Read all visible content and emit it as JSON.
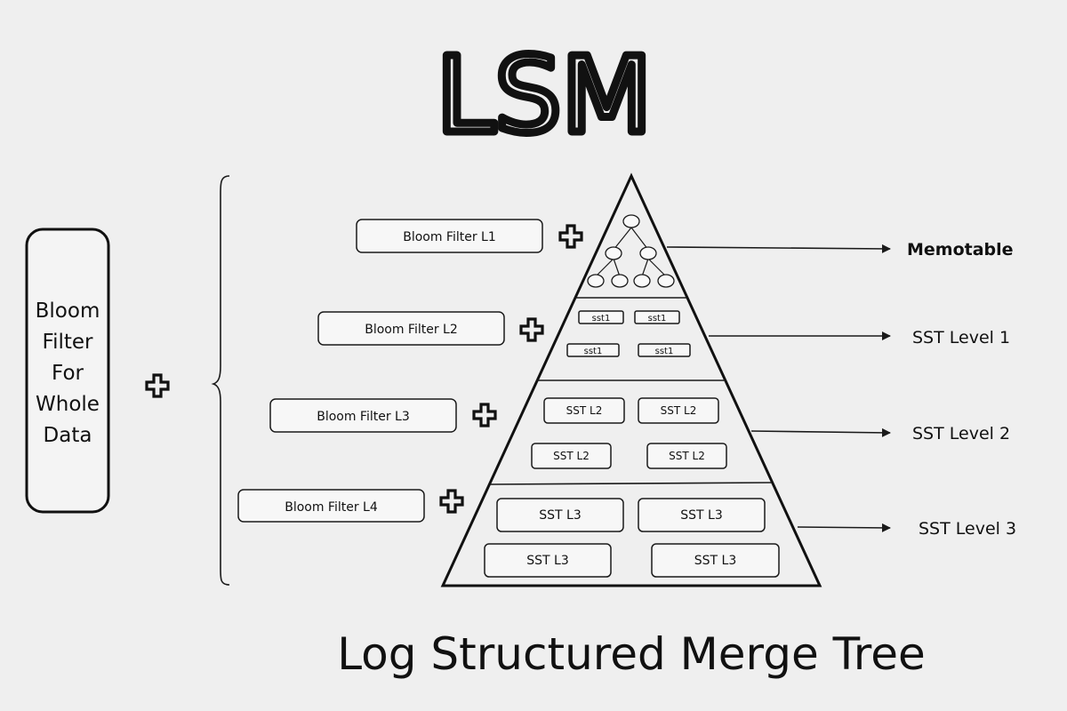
{
  "heading": "LSM",
  "caption": "Log Structured Merge Tree",
  "whole_filter": {
    "lines": [
      "Bloom",
      "Filter",
      "For",
      "Whole",
      "Data"
    ]
  },
  "bloom_filters": [
    {
      "label": "Bloom Filter L1"
    },
    {
      "label": "Bloom Filter L2"
    },
    {
      "label": "Bloom Filter L3"
    },
    {
      "label": "Bloom Filter L4"
    }
  ],
  "pyramid": {
    "levels": [
      {
        "name": "Memotable",
        "tables": []
      },
      {
        "name": "SST Level 1",
        "tables": [
          "sst1",
          "sst1",
          "sst1",
          "sst1"
        ]
      },
      {
        "name": "SST Level 2",
        "tables": [
          "SST L2",
          "SST L2",
          "SST L2",
          "SST L2"
        ]
      },
      {
        "name": "SST Level 3",
        "tables": [
          "SST L3",
          "SST L3",
          "SST L3",
          "SST L3"
        ]
      }
    ]
  }
}
